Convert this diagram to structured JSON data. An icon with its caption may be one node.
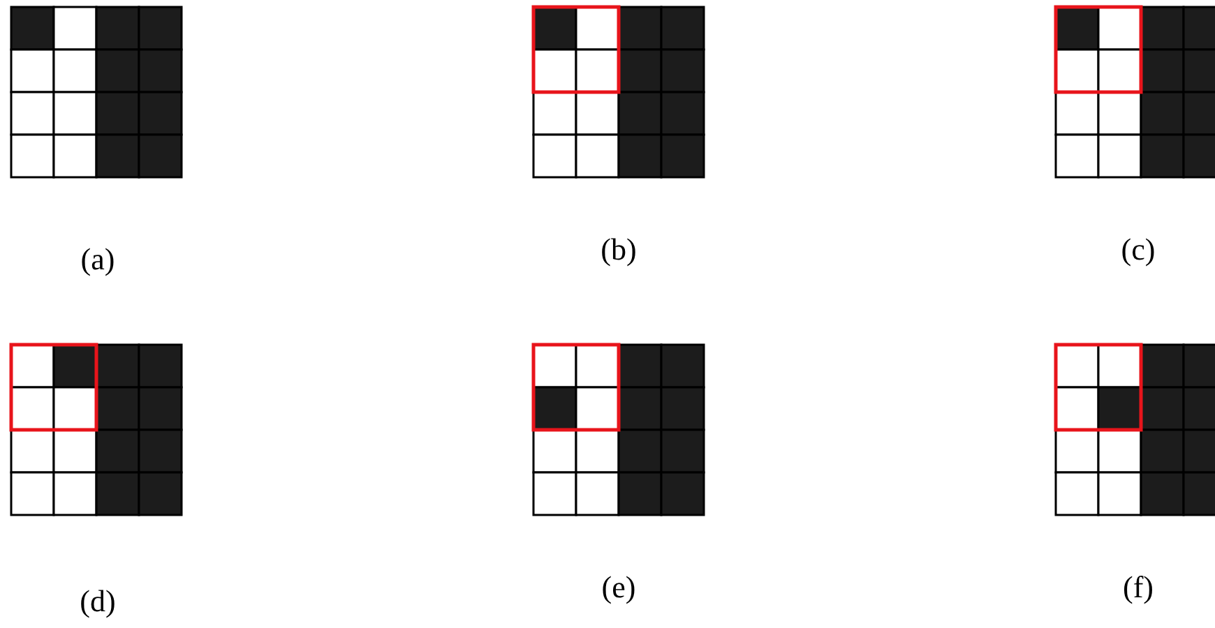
{
  "diagram": {
    "labels": [
      "(a)",
      "(b)",
      "(c)",
      "(d)",
      "(e)",
      "(f)"
    ]
  }
}
